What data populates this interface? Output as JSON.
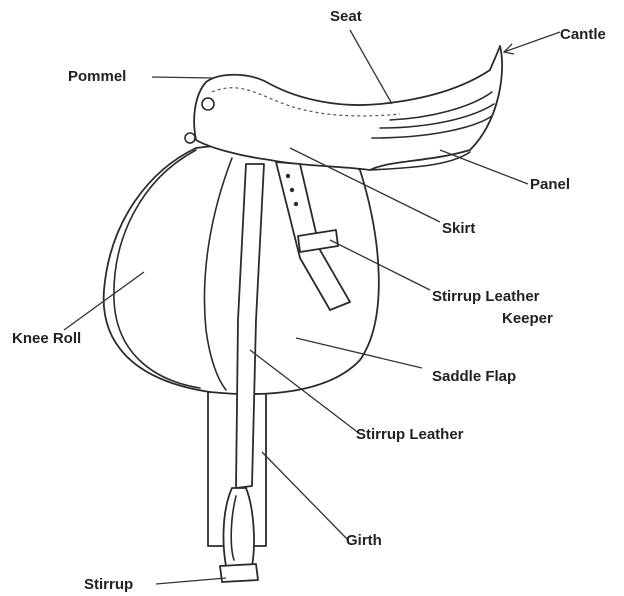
{
  "labels": {
    "seat": "Seat",
    "cantle": "Cantle",
    "pommel": "Pommel",
    "panel": "Panel",
    "skirt": "Skirt",
    "stirrup_leather_keeper_line1": "Stirrup Leather",
    "stirrup_leather_keeper_line2": "Keeper",
    "knee_roll": "Knee Roll",
    "saddle_flap": "Saddle Flap",
    "stirrup_leather": "Stirrup Leather",
    "girth": "Girth",
    "stirrup": "Stirrup"
  }
}
